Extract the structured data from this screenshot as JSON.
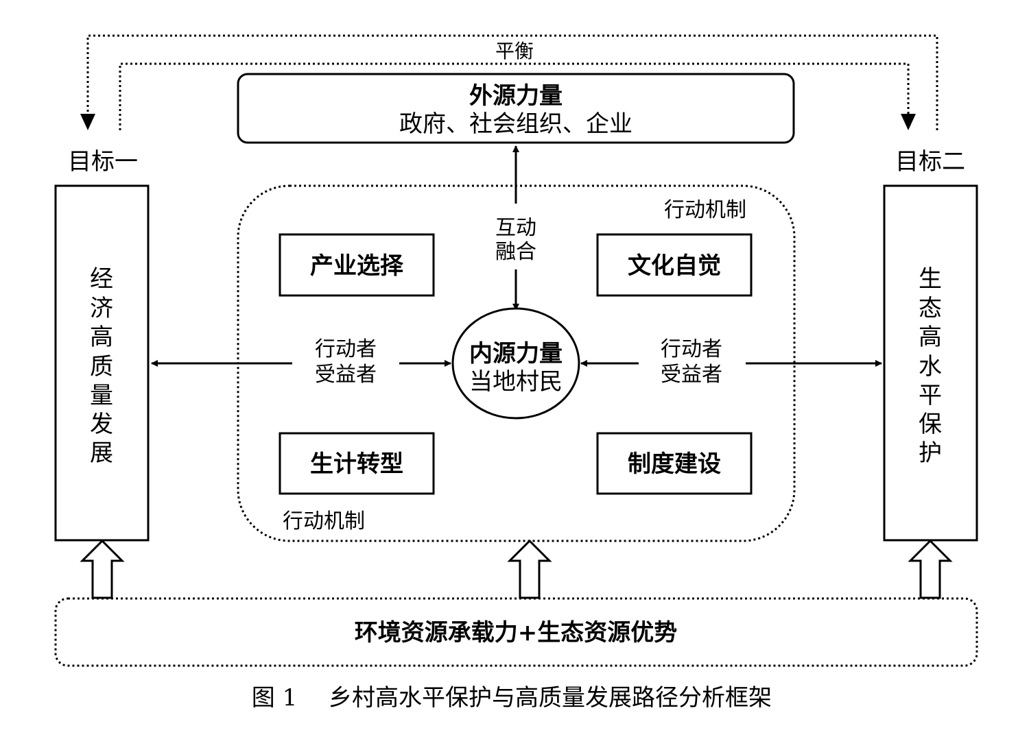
{
  "balance_label": "平衡",
  "external_force": {
    "title": "外源力量",
    "subtitle": "政府、社会组织、企业"
  },
  "interaction": [
    "互动",
    "融合"
  ],
  "goal_left": {
    "title": "目标一",
    "box": [
      "经",
      "济",
      "高",
      "质",
      "量",
      "发",
      "展"
    ]
  },
  "goal_right": {
    "title": "目标二",
    "box": [
      "生",
      "态",
      "高",
      "水",
      "平",
      "保",
      "护"
    ]
  },
  "mechanism_label_top": "行动机制",
  "mechanism_label_bottom": "行动机制",
  "mechanisms": {
    "top_left": "产业选择",
    "top_right": "文化自觉",
    "bottom_left": "生计转型",
    "bottom_right": "制度建设"
  },
  "actor_left": [
    "行动者",
    "受益者"
  ],
  "actor_right": [
    "行动者",
    "受益者"
  ],
  "internal_force": {
    "title": "内源力量",
    "subtitle": "当地村民"
  },
  "foundation": "环境资源承载力+生态资源优势",
  "caption": {
    "number": "图 1",
    "title": "乡村高水平保护与高质量发展路径分析框架"
  }
}
